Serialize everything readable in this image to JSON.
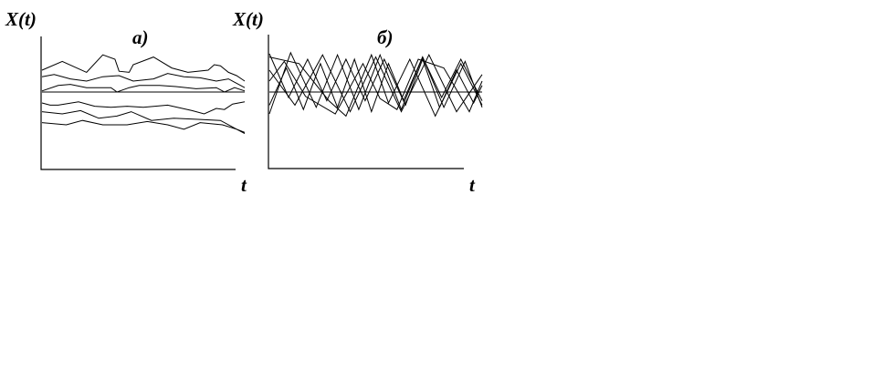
{
  "chart_data": [
    {
      "type": "line",
      "panel_label": "а)",
      "ylabel": "X(t)",
      "xlabel": "t",
      "xlim": [
        0,
        100
      ],
      "ylim": [
        -50,
        50
      ],
      "zero_line": true,
      "grid": false,
      "color": "#000000",
      "series": [
        {
          "x": [
            0,
            10,
            22,
            30,
            36,
            38,
            43,
            45,
            55,
            64,
            72,
            82,
            85,
            88,
            92,
            96,
            100
          ],
          "y": [
            20,
            28,
            18,
            34,
            30,
            19,
            18,
            25,
            32,
            22,
            18,
            20,
            25,
            24,
            18,
            15,
            10
          ]
        },
        {
          "x": [
            0,
            6,
            14,
            22,
            30,
            38,
            45,
            55,
            62,
            70,
            78,
            86,
            92,
            100
          ],
          "y": [
            14,
            16,
            12,
            10,
            14,
            15,
            10,
            12,
            17,
            14,
            13,
            10,
            12,
            4
          ]
        },
        {
          "x": [
            0,
            8,
            14,
            22,
            34,
            37,
            43,
            48,
            58,
            66,
            76,
            86,
            90,
            95,
            100
          ],
          "y": [
            1,
            6,
            7,
            4,
            4,
            0,
            4,
            6,
            6,
            5,
            3,
            4,
            0,
            4,
            1
          ]
        },
        {
          "x": [
            0,
            4,
            8,
            18,
            26,
            34,
            42,
            50,
            62,
            74,
            80,
            86,
            90,
            94,
            100
          ],
          "y": [
            -10,
            -12,
            -12,
            -9,
            -13,
            -14,
            -13,
            -14,
            -12,
            -17,
            -20,
            -15,
            -16,
            -11,
            -9
          ]
        },
        {
          "x": [
            0,
            10,
            19,
            28,
            37,
            44,
            54,
            65,
            77,
            88,
            96,
            100
          ],
          "y": [
            -18,
            -20,
            -17,
            -24,
            -22,
            -18,
            -26,
            -24,
            -25,
            -26,
            -34,
            -37
          ]
        },
        {
          "x": [
            0,
            12,
            20,
            30,
            42,
            52,
            62,
            70,
            78,
            89,
            96,
            100
          ],
          "y": [
            -28,
            -30,
            -26,
            -30,
            -30,
            -27,
            -30,
            -34,
            -28,
            -30,
            -34,
            -38
          ]
        }
      ]
    },
    {
      "type": "line",
      "panel_label": "б)",
      "ylabel": "X(t)",
      "xlabel": "t",
      "xlim": [
        0,
        100
      ],
      "ylim": [
        -50,
        50
      ],
      "zero_line": true,
      "grid": false,
      "color": "#000000",
      "series": [
        {
          "x": [
            0,
            9,
            18,
            27,
            36,
            45,
            54,
            63,
            72,
            81,
            90,
            100
          ],
          "y": [
            35,
            -5,
            30,
            -8,
            30,
            -8,
            30,
            -8,
            32,
            -5,
            30,
            -8
          ]
        },
        {
          "x": [
            0,
            10,
            22,
            32,
            42,
            52,
            62,
            72,
            82,
            92,
            100
          ],
          "y": [
            -20,
            36,
            -14,
            34,
            -16,
            34,
            -16,
            32,
            -14,
            28,
            -14
          ]
        },
        {
          "x": [
            0,
            12,
            25,
            38,
            50,
            62,
            75,
            88,
            100
          ],
          "y": [
            20,
            -12,
            34,
            -18,
            32,
            -18,
            34,
            -18,
            16
          ]
        },
        {
          "x": [
            0,
            8,
            16,
            24,
            32,
            40,
            48,
            56,
            64,
            72,
            80,
            88,
            96,
            100
          ],
          "y": [
            -12,
            22,
            -16,
            26,
            -14,
            30,
            -18,
            26,
            -12,
            30,
            -14,
            20,
            -10,
            6
          ]
        },
        {
          "x": [
            0,
            14,
            28,
            36,
            48,
            56,
            66,
            78,
            90,
            100
          ],
          "y": [
            32,
            26,
            -8,
            -22,
            34,
            -10,
            30,
            -22,
            26,
            -12
          ]
        },
        {
          "x": [
            0,
            7,
            17,
            31,
            44,
            52,
            60,
            70,
            82,
            94,
            100
          ],
          "y": [
            10,
            28,
            -4,
            -20,
            26,
            -6,
            -16,
            30,
            22,
            -18,
            10
          ]
        }
      ]
    }
  ]
}
